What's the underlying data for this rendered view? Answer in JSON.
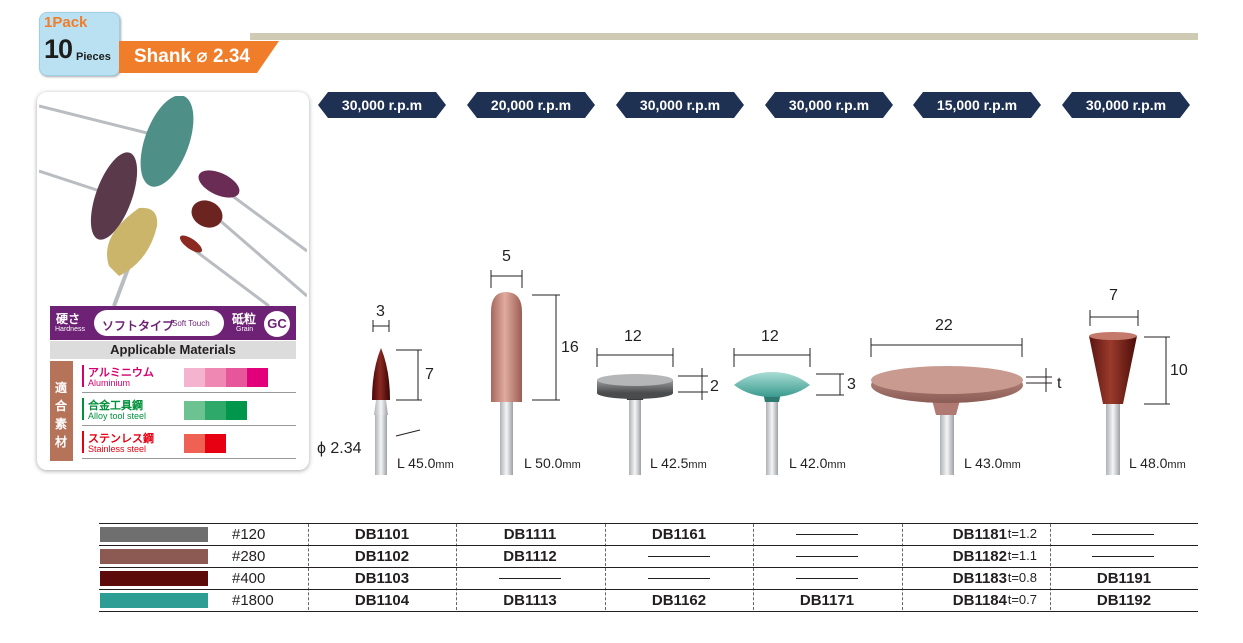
{
  "header": {
    "pack_label": "1Pack",
    "pack_count": "10",
    "pack_unit": "Pieces",
    "shank_label": "Shank ⌀ 2.34"
  },
  "panel": {
    "hardness_jp": "硬さ",
    "hardness_en": "Hardness",
    "hardness_value_jp": "ソフトタイプ",
    "hardness_value_en": "Soft Touch",
    "grain_jp": "砥粒",
    "grain_en": "Grain",
    "grain_value": "GC",
    "materials_title": "Applicable Materials",
    "materials_side": [
      "適",
      "合",
      "素",
      "材"
    ],
    "materials": [
      {
        "jp": "アルミニウム",
        "en": "Aluminium",
        "color": "#d4006f",
        "swatches": [
          "#f4b4cf",
          "#ef89b4",
          "#e6569a",
          "#e2007a"
        ]
      },
      {
        "jp": "合金工具鋼",
        "en": "Alloy tool steel",
        "color": "#00913a",
        "swatches": [
          "#6cc291",
          "#2ea96a",
          "#00964c"
        ]
      },
      {
        "jp": "ステンレス鋼",
        "en": "Stainless steel",
        "color": "#e60012",
        "swatches": [
          "#ef6152",
          "#e60012"
        ]
      }
    ]
  },
  "rpm": [
    "30,000 r.p.m",
    "20,000 r.p.m",
    "30,000 r.p.m",
    "30,000 r.p.m",
    "15,000 r.p.m",
    "30,000 r.p.m"
  ],
  "tools": [
    {
      "width": "3",
      "height": "7",
      "shank": "ϕ 2.34",
      "length": "L 45.0",
      "unit": "mm"
    },
    {
      "width": "5",
      "height": "16",
      "length": "L 50.0",
      "unit": "mm"
    },
    {
      "width": "12",
      "height": "2",
      "length": "L 42.5",
      "unit": "mm"
    },
    {
      "width": "12",
      "height": "3",
      "length": "L 42.0",
      "unit": "mm"
    },
    {
      "width": "22",
      "height": "t",
      "length": "L 43.0",
      "unit": "mm"
    },
    {
      "width": "7",
      "height": "10",
      "length": "L 48.0",
      "unit": "mm"
    }
  ],
  "table": {
    "rows": [
      {
        "color": "#706f6f",
        "grit": "#120",
        "cells": [
          "DB1101",
          "DB1111",
          "DB1161",
          "",
          "DB1181",
          ""
        ],
        "t": "t=1.2"
      },
      {
        "color": "#8c5a52",
        "grit": "#280",
        "cells": [
          "DB1102",
          "DB1112",
          "",
          "",
          "DB1182",
          ""
        ],
        "t": "t=1.1"
      },
      {
        "color": "#5c0a0a",
        "grit": "#400",
        "cells": [
          "DB1103",
          "",
          "",
          "",
          "DB1183",
          "DB1191"
        ],
        "t": "t=0.8"
      },
      {
        "color": "#2e9e94",
        "grit": "#1800",
        "cells": [
          "DB1104",
          "DB1113",
          "DB1162",
          "DB1171",
          "DB1184",
          "DB1192"
        ],
        "t": "t=0.7"
      }
    ]
  },
  "colors": {
    "accent": "#f07d2a",
    "rpm_bg": "#1f3153",
    "hardness": "#6d2275"
  }
}
